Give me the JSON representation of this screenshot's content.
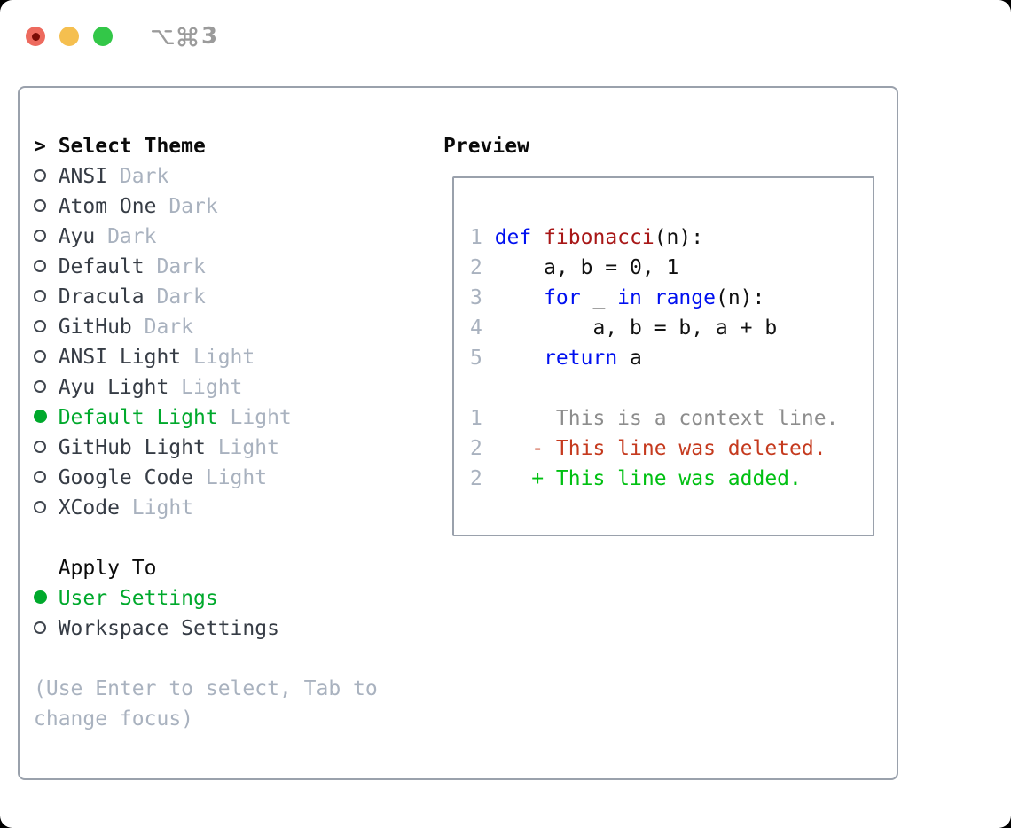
{
  "palette": {
    "page-bg": "#000000",
    "window-bg": "#ffffff",
    "border": "#9aa1ac",
    "title-gray": "#9b9b9b",
    "tl-red": "#ed6a5e",
    "tl-red-dot": "#7a0c06",
    "tl-yellow": "#f5bf4f",
    "tl-green": "#33c748",
    "header-text": "#0a0a0a",
    "item-name": "#363c45",
    "muted": "#a9b2bf",
    "ui-green": "#00a92c",
    "code-plain": "#111111",
    "code-keyword": "#0010f0",
    "code-function": "#a81717",
    "diff-context": "#8d8d8d",
    "diff-deleted": "#c53a1e",
    "diff-added": "#00c012"
  },
  "titlebar": {
    "shortcut": "⌥⌘3",
    "shortcut_digit": "3"
  },
  "theme_selector": {
    "prompt": ">",
    "header": "Select Theme",
    "items": [
      {
        "name": "ANSI",
        "variant": "Dark",
        "selected": false
      },
      {
        "name": "Atom One",
        "variant": "Dark",
        "selected": false
      },
      {
        "name": "Ayu",
        "variant": "Dark",
        "selected": false
      },
      {
        "name": "Default",
        "variant": "Dark",
        "selected": false
      },
      {
        "name": "Dracula",
        "variant": "Dark",
        "selected": false
      },
      {
        "name": "GitHub",
        "variant": "Dark",
        "selected": false
      },
      {
        "name": "ANSI Light",
        "variant": "Light",
        "selected": false
      },
      {
        "name": "Ayu Light",
        "variant": "Light",
        "selected": false
      },
      {
        "name": "Default Light",
        "variant": "Light",
        "selected": true
      },
      {
        "name": "GitHub Light",
        "variant": "Light",
        "selected": false
      },
      {
        "name": "Google Code",
        "variant": "Light",
        "selected": false
      },
      {
        "name": "XCode",
        "variant": "Light",
        "selected": false
      }
    ]
  },
  "apply_to": {
    "header": "Apply To",
    "options": [
      {
        "label": "User Settings",
        "selected": true
      },
      {
        "label": "Workspace Settings",
        "selected": false
      }
    ]
  },
  "help_lines": [
    "(Use Enter to select, Tab to",
    "change focus)"
  ],
  "preview": {
    "title": "Preview",
    "lines": [
      {
        "num": "1",
        "tokens": [
          {
            "t": "def ",
            "c": "kw"
          },
          {
            "t": "fibonacci",
            "c": "fn"
          },
          {
            "t": "(n):",
            "c": "pl"
          }
        ]
      },
      {
        "num": "2",
        "tokens": [
          {
            "t": "    a, b = 0, 1",
            "c": "pl"
          }
        ]
      },
      {
        "num": "3",
        "tokens": [
          {
            "t": "    ",
            "c": "pl"
          },
          {
            "t": "for",
            "c": "kw"
          },
          {
            "t": " _ ",
            "c": "pl"
          },
          {
            "t": "in",
            "c": "kw"
          },
          {
            "t": " ",
            "c": "pl"
          },
          {
            "t": "range",
            "c": "kw"
          },
          {
            "t": "(n):",
            "c": "pl"
          }
        ]
      },
      {
        "num": "4",
        "tokens": [
          {
            "t": "        a, b = b, a + b",
            "c": "pl"
          }
        ]
      },
      {
        "num": "5",
        "tokens": [
          {
            "t": "    ",
            "c": "pl"
          },
          {
            "t": "return",
            "c": "kw"
          },
          {
            "t": " a",
            "c": "pl"
          }
        ]
      },
      {
        "num": "",
        "tokens": []
      },
      {
        "num": "1",
        "tokens": [
          {
            "t": "     This is a context line.",
            "c": "ctx"
          }
        ]
      },
      {
        "num": "2",
        "tokens": [
          {
            "t": "   - This line was deleted.",
            "c": "del"
          }
        ]
      },
      {
        "num": "2",
        "tokens": [
          {
            "t": "   + This line was added.",
            "c": "add"
          }
        ]
      }
    ]
  }
}
